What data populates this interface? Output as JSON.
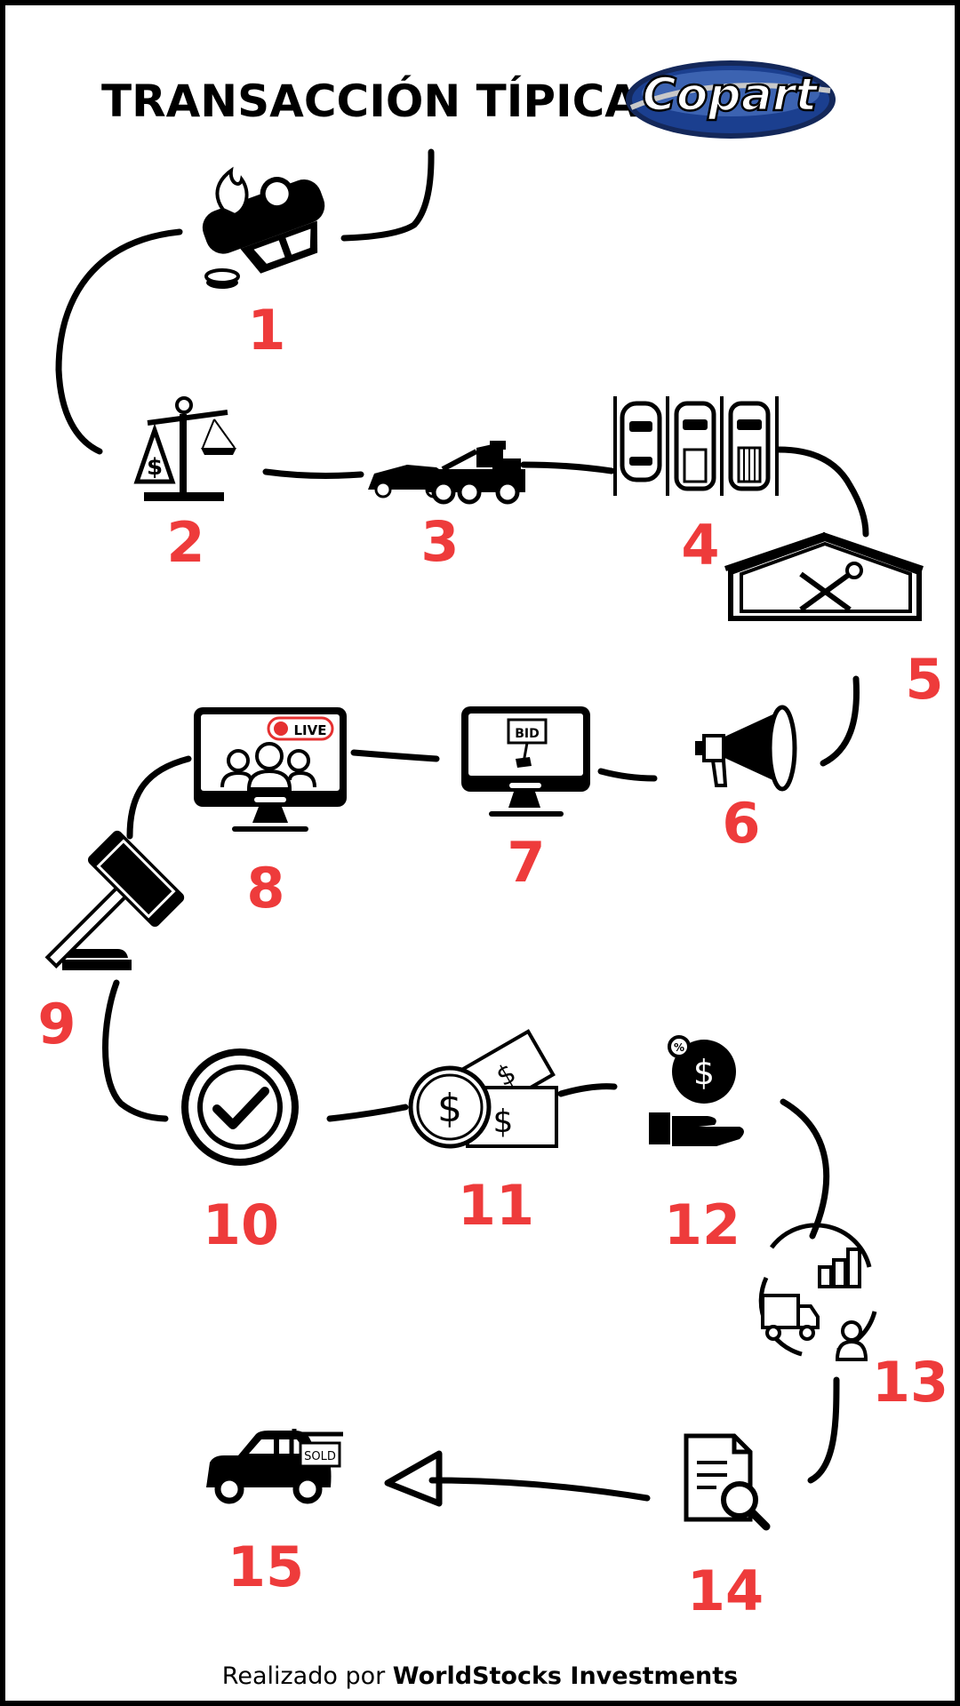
{
  "title": "TRANSACCIÓN TÍPICA",
  "logo_text": "Copart",
  "steps": [
    {
      "number": "1",
      "icon": "overturned-car-fire-icon"
    },
    {
      "number": "2",
      "icon": "scale-money-icon"
    },
    {
      "number": "3",
      "icon": "tow-truck-icon"
    },
    {
      "number": "4",
      "icon": "parking-lot-cars-icon"
    },
    {
      "number": "5",
      "icon": "repair-garage-icon"
    },
    {
      "number": "6",
      "icon": "megaphone-icon"
    },
    {
      "number": "7",
      "icon": "online-bid-monitor-icon"
    },
    {
      "number": "8",
      "icon": "live-auction-monitor-icon"
    },
    {
      "number": "9",
      "icon": "gavel-icon"
    },
    {
      "number": "10",
      "icon": "approved-badge-icon"
    },
    {
      "number": "11",
      "icon": "money-coin-icon"
    },
    {
      "number": "12",
      "icon": "hand-payment-icon"
    },
    {
      "number": "13",
      "icon": "logistics-cycle-icon"
    },
    {
      "number": "14",
      "icon": "document-search-icon"
    },
    {
      "number": "15",
      "icon": "sold-car-icon"
    }
  ],
  "bid_sign": "BID",
  "live_badge": "LIVE",
  "sold_sign": "SOLD",
  "footer": {
    "prefix": "Realizado por ",
    "brand": "WorldStocks Investments"
  },
  "colors": {
    "number": "#ee3b3b",
    "line": "#000000",
    "logo_blue": "#1b3f8f"
  }
}
